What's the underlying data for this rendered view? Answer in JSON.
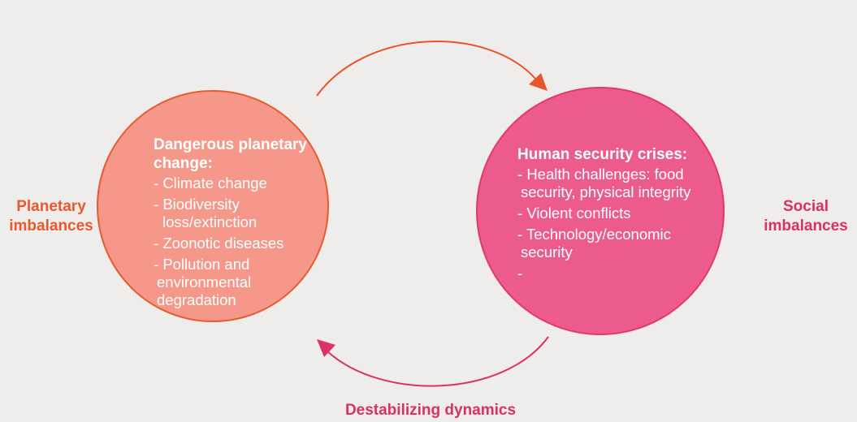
{
  "colors": {
    "background": "#efedeb",
    "planetary_fill": "#f59889",
    "planetary_stroke": "#e85a30",
    "planetary_label": "#e85a2e",
    "social_fill": "#ec5a8e",
    "social_stroke": "#e23a66",
    "social_label": "#d9325f",
    "top_arrow": "#e8552c",
    "bottom_arrow": "#d93464"
  },
  "labels": {
    "left": [
      "Planetary",
      "imbalances"
    ],
    "right": [
      "Social",
      "imbalances"
    ],
    "bottom": "Destabilizing dynamics"
  },
  "planetary": {
    "heading": [
      "Dangerous planetary",
      "change:"
    ],
    "items": [
      [
        "Climate change"
      ],
      [
        "Biodiversity loss/extinction"
      ],
      [
        "Zoonotic diseases"
      ],
      [
        "Pollution and",
        "environmental",
        "degradation"
      ]
    ]
  },
  "social": {
    "heading": [
      "Human security crises:"
    ],
    "items": [
      [
        "Health challenges: food",
        "security, physical integrity"
      ],
      [
        "Violent conflicts"
      ],
      [
        "Technology/economic",
        "security"
      ],
      [
        ""
      ]
    ]
  }
}
